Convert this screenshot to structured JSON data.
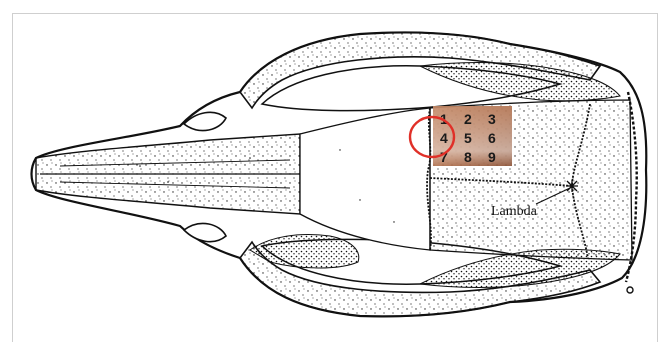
{
  "diagram": {
    "grid_numbers": [
      "1",
      "2",
      "3",
      "4",
      "5",
      "6",
      "7",
      "8",
      "9"
    ],
    "highlighted_cell": "4",
    "landmark_label": "Lambda",
    "colors": {
      "grid_fill": "#b0714f",
      "highlight_circle": "#e03028",
      "ink": "#111111"
    }
  }
}
